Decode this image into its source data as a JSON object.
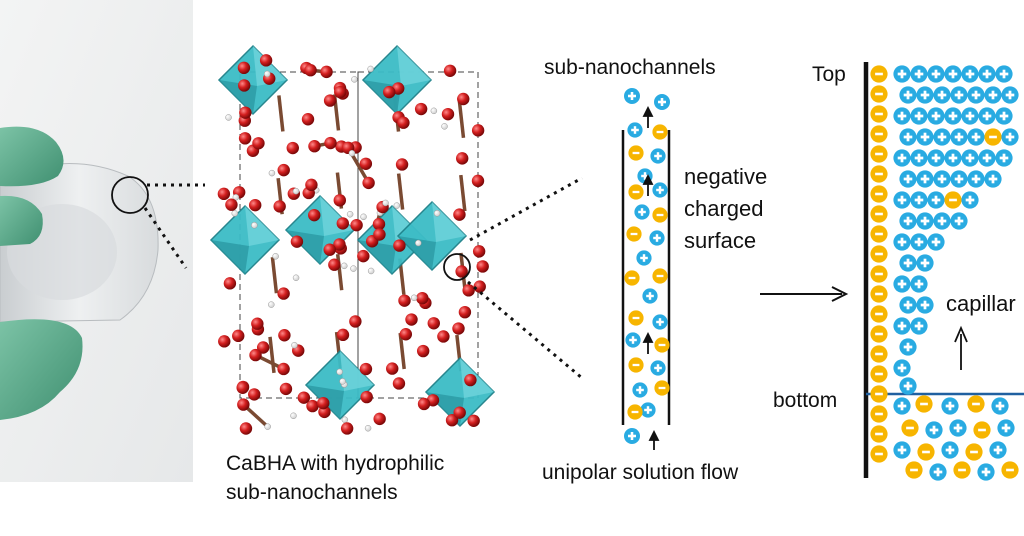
{
  "panels": {
    "crystal": {
      "caption_line1": "CaBHA with hydrophilic",
      "caption_line2": "sub-nanochannels"
    },
    "channel": {
      "top_label": "sub-nanochannels",
      "side_label_line1": "negative",
      "side_label_line2": "charged",
      "side_label_line3": "surface",
      "bottom_label": "unipolar solution flow"
    },
    "capillary": {
      "top_label": "Top",
      "bottom_label": "bottom",
      "flow_label": "capillar"
    }
  },
  "ions": {
    "cation_symbol": "+",
    "anion_symbol": "−"
  },
  "colors": {
    "cation": "#29abe2",
    "anion": "#f7b500",
    "octahedron": "#3cbcc6",
    "oxygen": "#d41f1f",
    "carbon": "#8a5a44",
    "glove": "#5fae8e",
    "wall": "#111111",
    "interface": "#2060a0"
  }
}
